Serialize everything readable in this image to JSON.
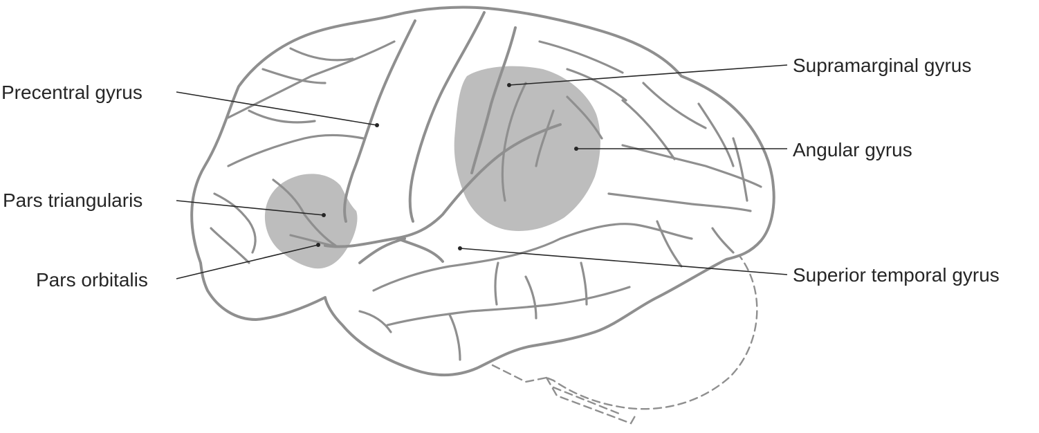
{
  "labels": {
    "precentral": "Precentral gyrus",
    "pars_triangularis": "Pars triangularis",
    "pars_orbitalis": "Pars orbitalis",
    "supramarginal": "Supramarginal gyrus",
    "angular": "Angular gyrus",
    "superior_temporal": "Superior temporal gyrus"
  },
  "colors": {
    "outline": "#8f8f8f",
    "highlight": "#bdbdbd",
    "text": "#262626",
    "background": "#ffffff"
  }
}
